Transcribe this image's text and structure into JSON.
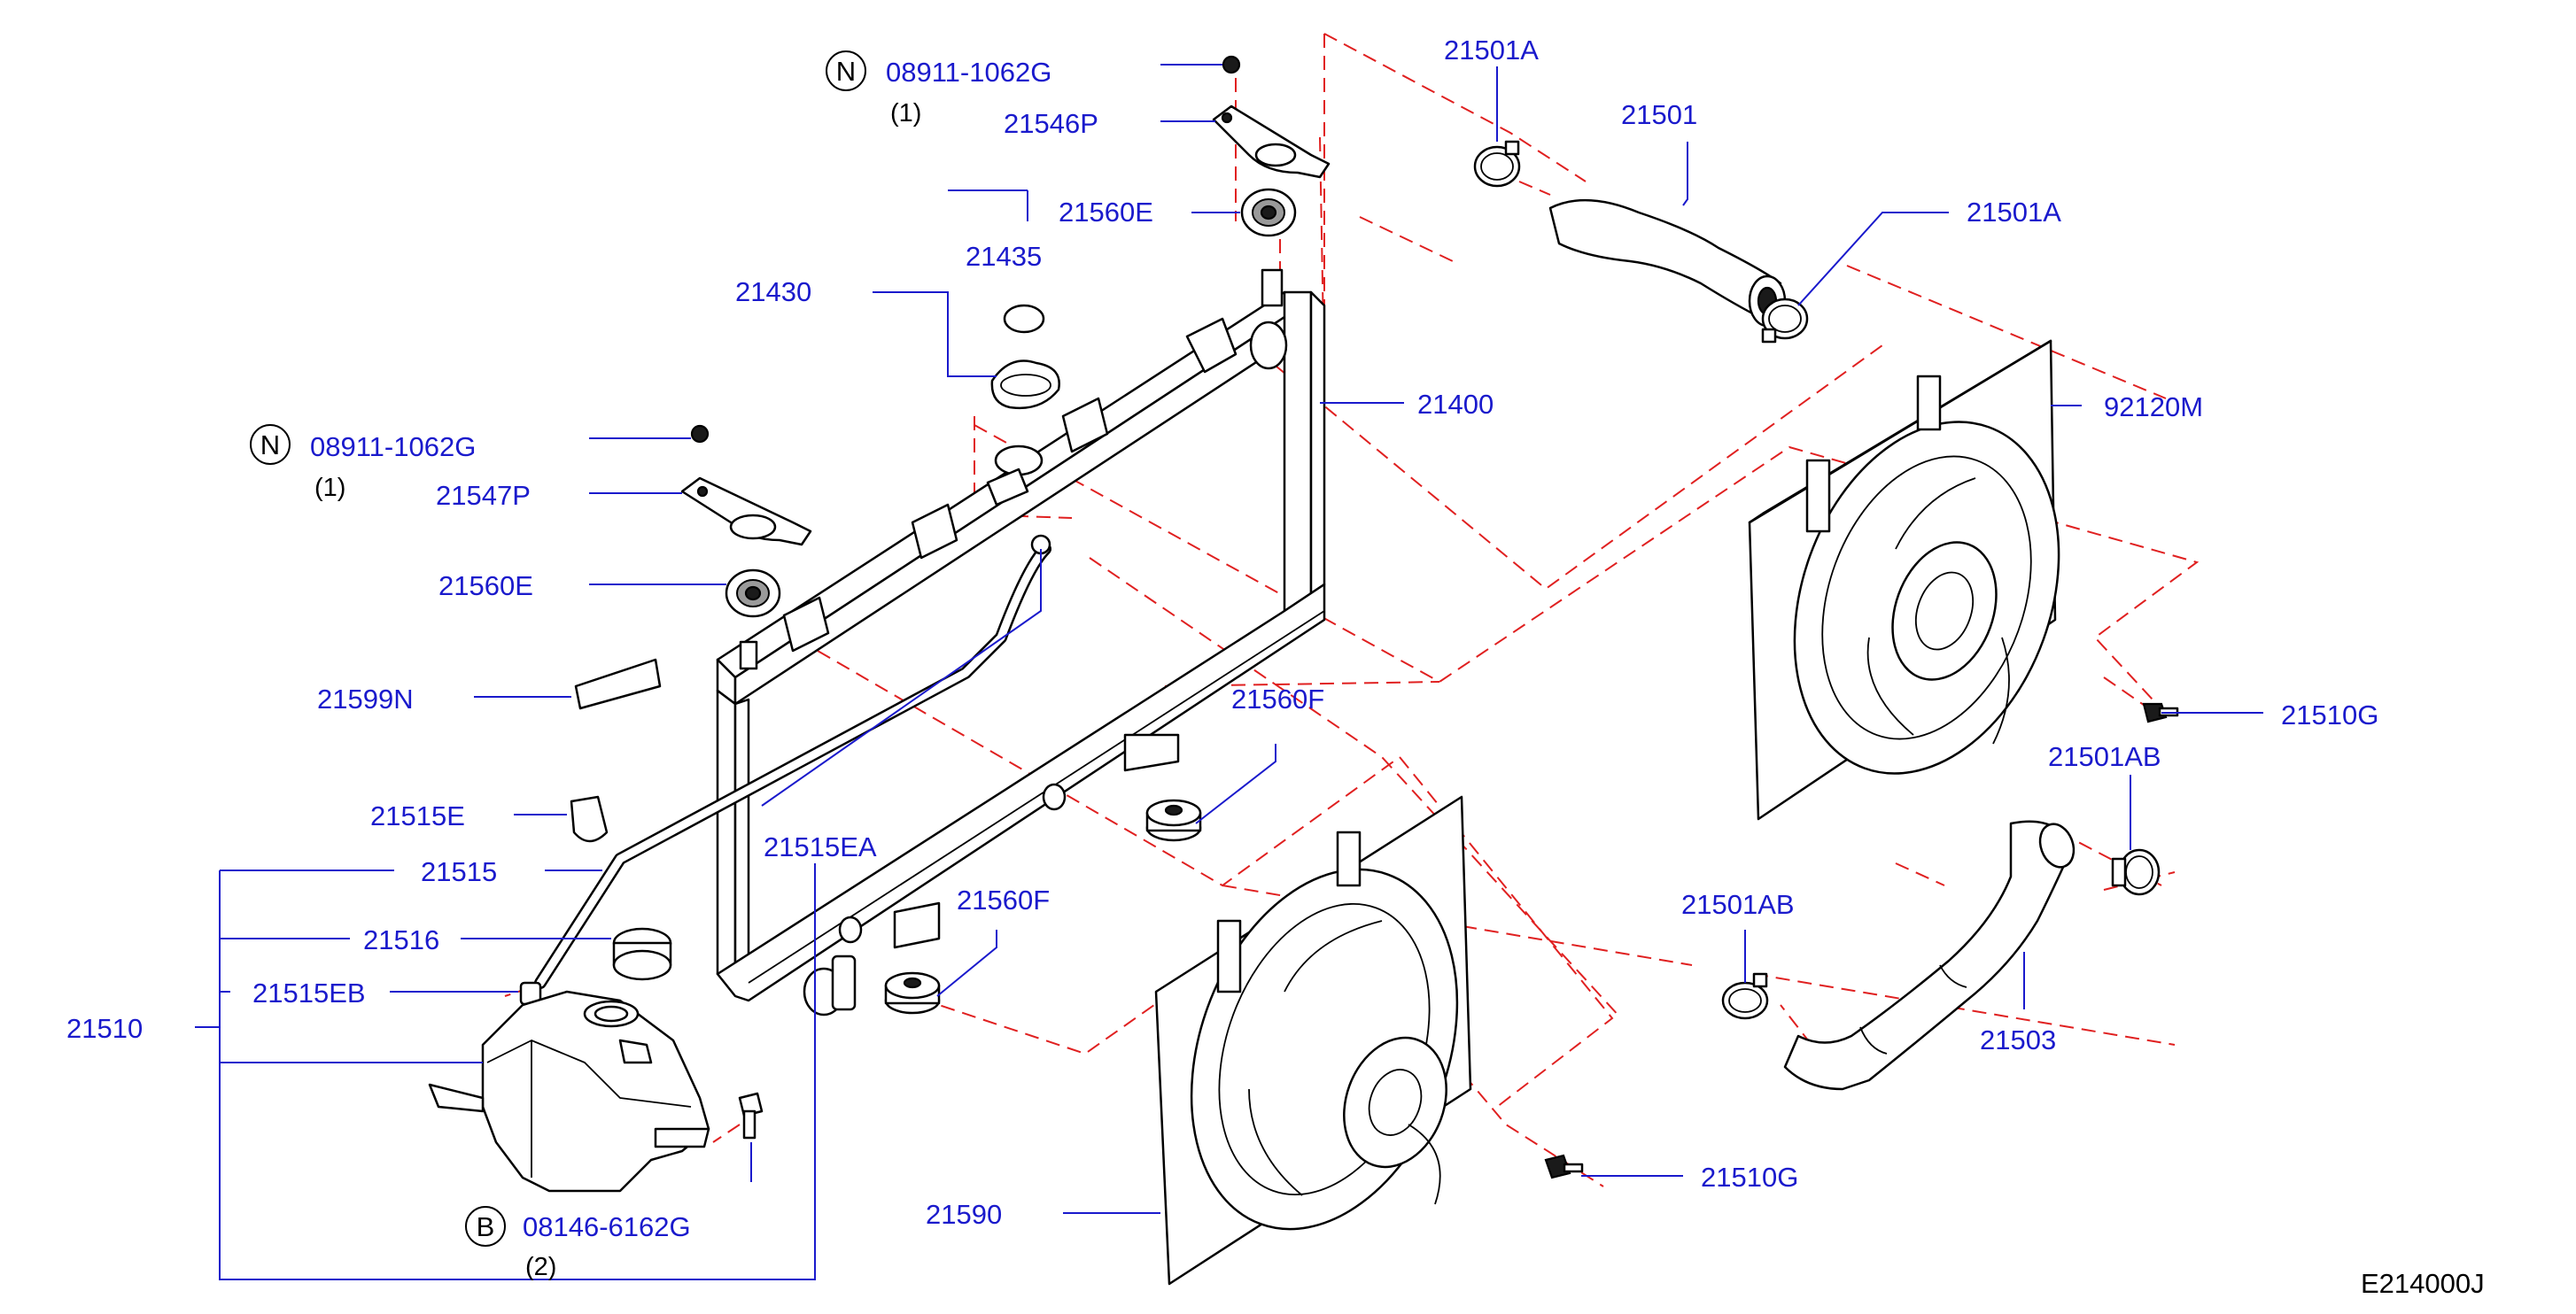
{
  "diagram_code": "E214000J",
  "labels": {
    "cap_bracket_bolt": "08911-1062G",
    "cap_bracket_bolt_qty": "(1)",
    "upper_bracket_right": "21546P",
    "mount_insulator_upper_right": "21560E",
    "cap_assy": "21430",
    "cap_seal": "21435",
    "radiator": "21400",
    "upper_hose_clamp_top": "21501A",
    "upper_hose": "21501",
    "upper_hose_clamp_bottom": "21501A",
    "fan_motor_right": "92120M",
    "left_bracket_bolt": "08911-1062G",
    "left_bracket_bolt_qty": "(1)",
    "upper_bracket_left": "21547P",
    "mount_insulator_upper_left": "21560E",
    "label_sticker": "21599N",
    "hose_clip": "21515E",
    "overflow_hose": "21515",
    "reservoir_cap": "21516",
    "hose_clip_small": "21515EB",
    "reservoir_tank": "21510",
    "reservoir_bolt_circle": "B",
    "reservoir_bolt": "08146-6162G",
    "reservoir_bolt_qty": "(2)",
    "hose_connector": "21515EA",
    "mount_lower_right": "21560F",
    "mount_lower_left": "21560F",
    "fan_shroud_bolt_right": "21510G",
    "lower_hose_clamp_top": "21501AB",
    "lower_hose_clamp_bottom": "21501AB",
    "lower_hose": "21503",
    "fan_shroud_left": "21590",
    "fan_shroud_bolt_left": "21510G",
    "callout_n_1": "N",
    "callout_n_2": "N"
  },
  "colors": {
    "part_number_text": "#1a1acc",
    "leader_line": "#1a1acc",
    "dashed_guide": "#e02020",
    "outline": "#000000"
  }
}
